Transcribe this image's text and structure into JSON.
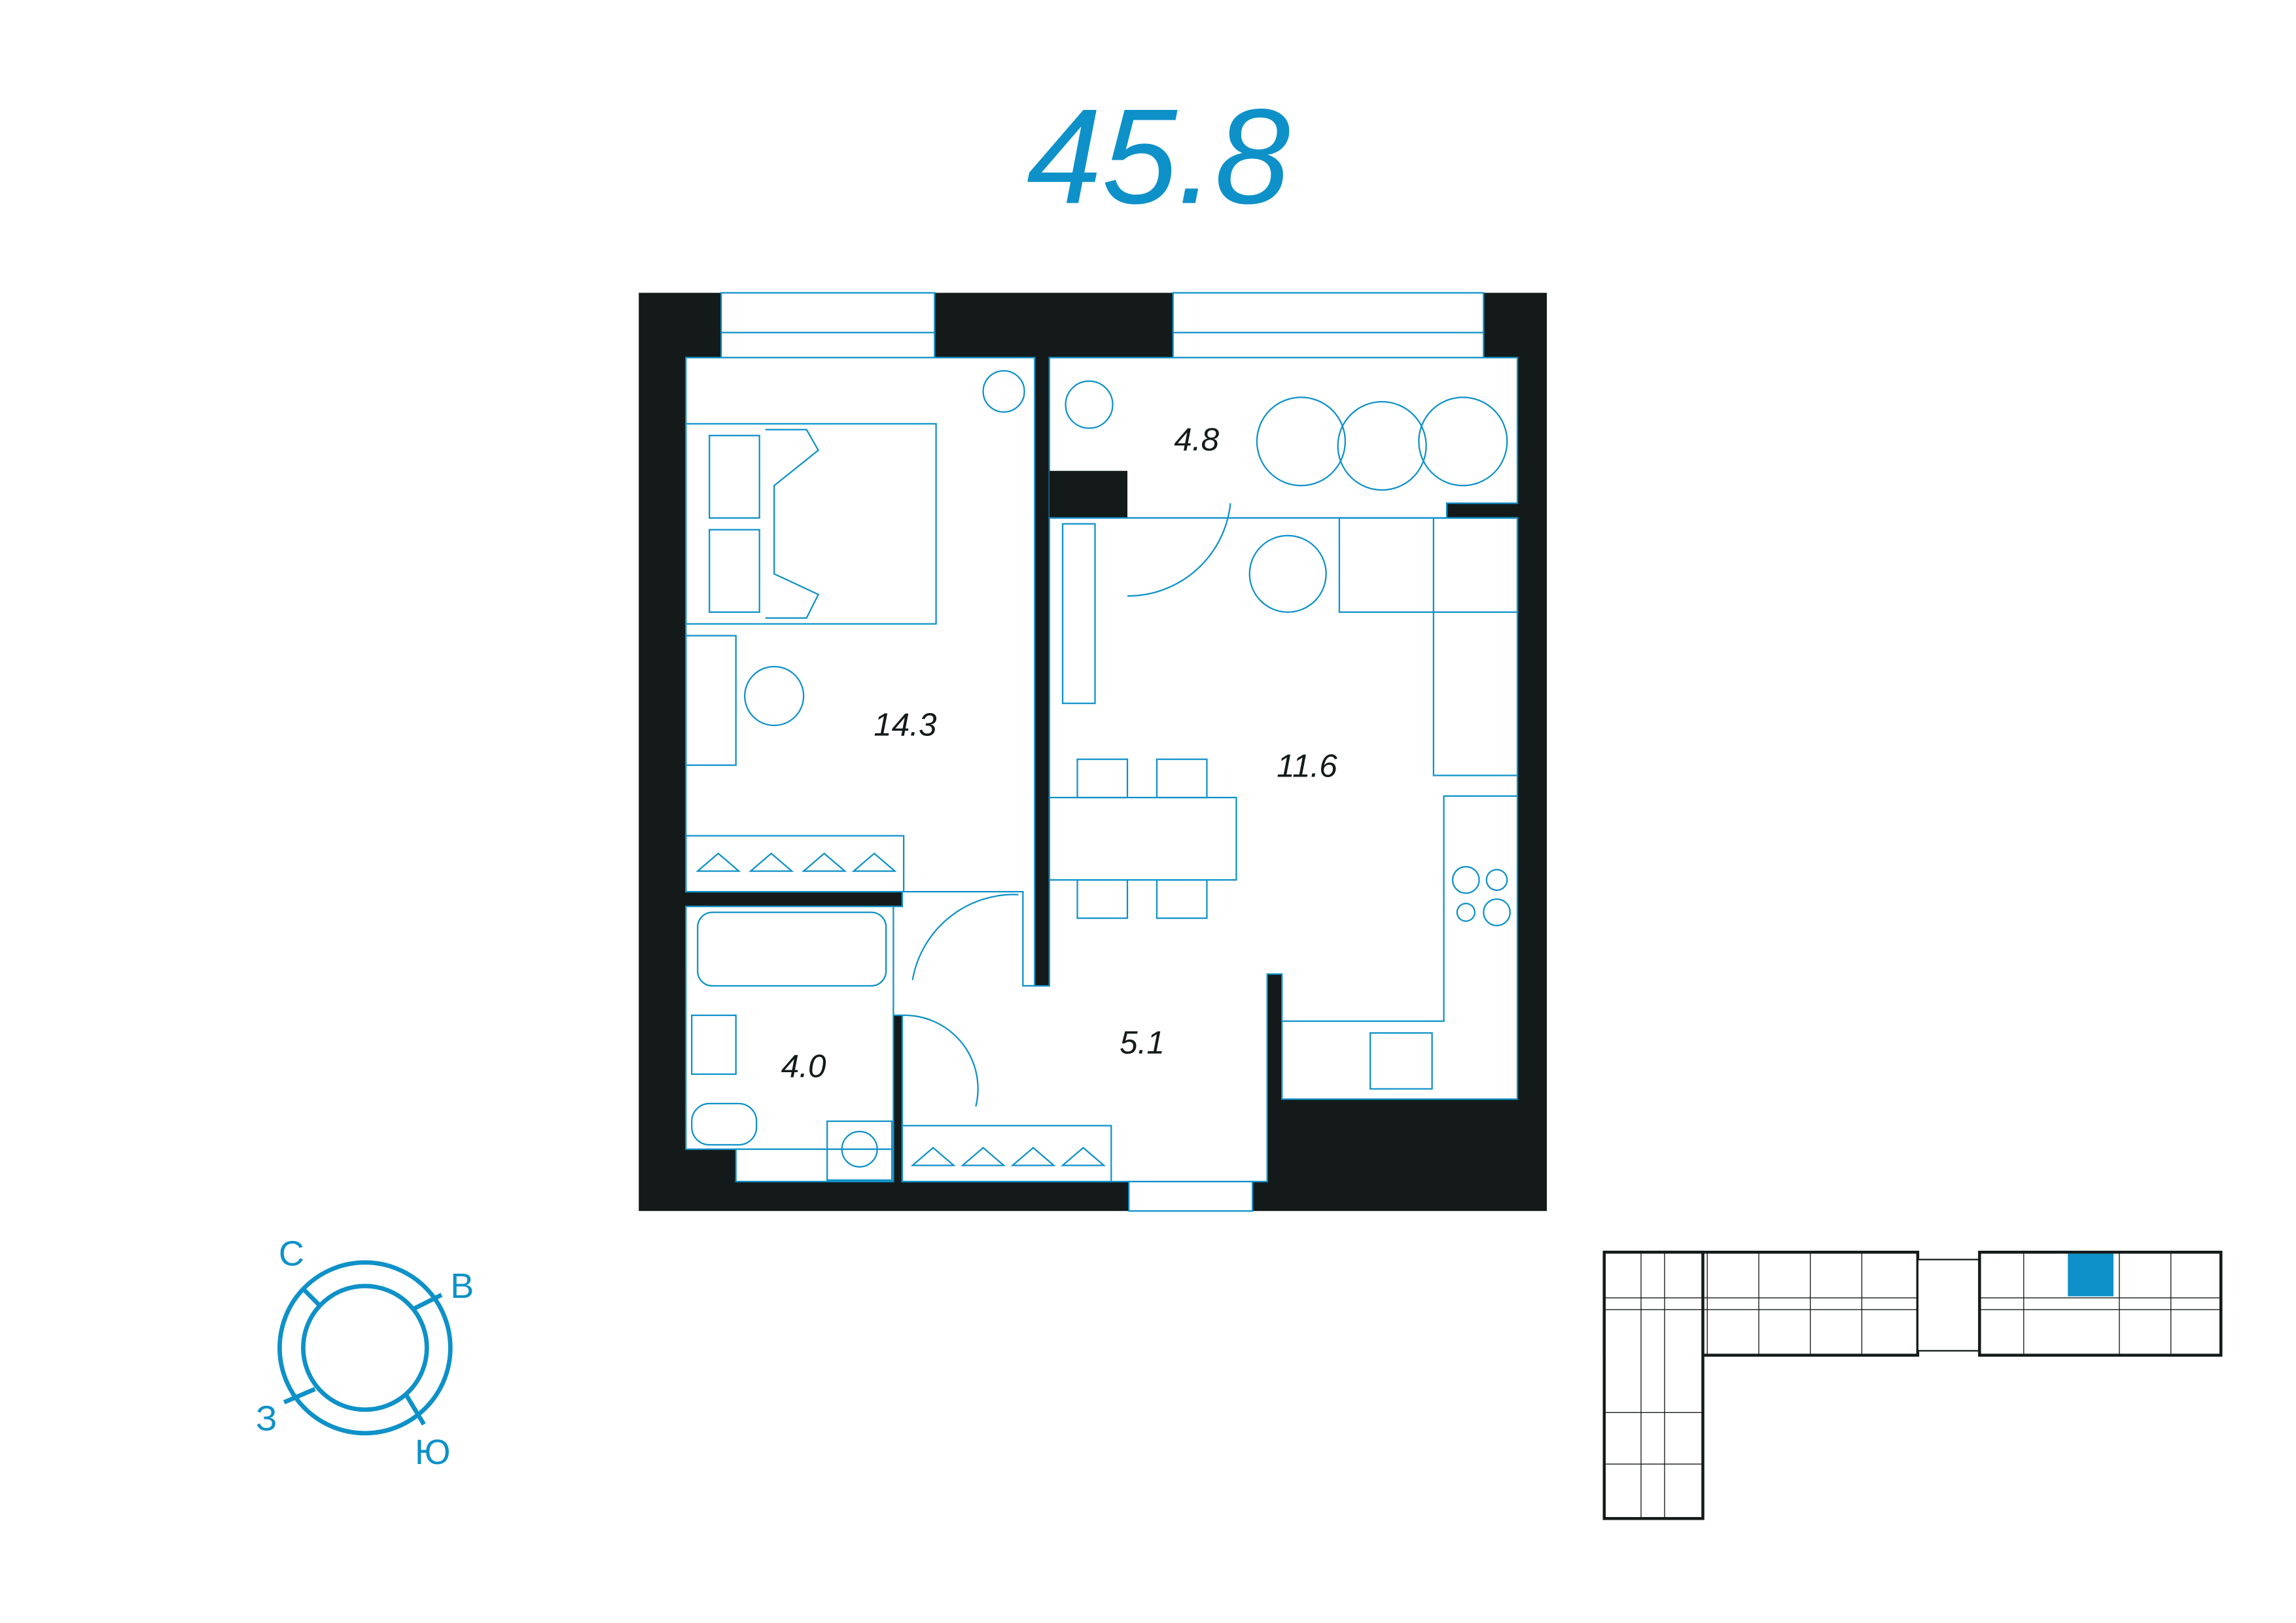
{
  "header": {
    "total_area": "45.8"
  },
  "rooms": [
    {
      "name": "bedroom",
      "area": "14.3"
    },
    {
      "name": "balcony",
      "area": "4.8"
    },
    {
      "name": "kitchen-living",
      "area": "11.6"
    },
    {
      "name": "hallway",
      "area": "5.1"
    },
    {
      "name": "bathroom",
      "area": "4.0"
    }
  ],
  "compass": {
    "north": "С",
    "east": "В",
    "west": "З",
    "south": "Ю"
  },
  "colors": {
    "accent": "#0e91c8",
    "wall": "#141a1a",
    "background": "#ffffff"
  }
}
